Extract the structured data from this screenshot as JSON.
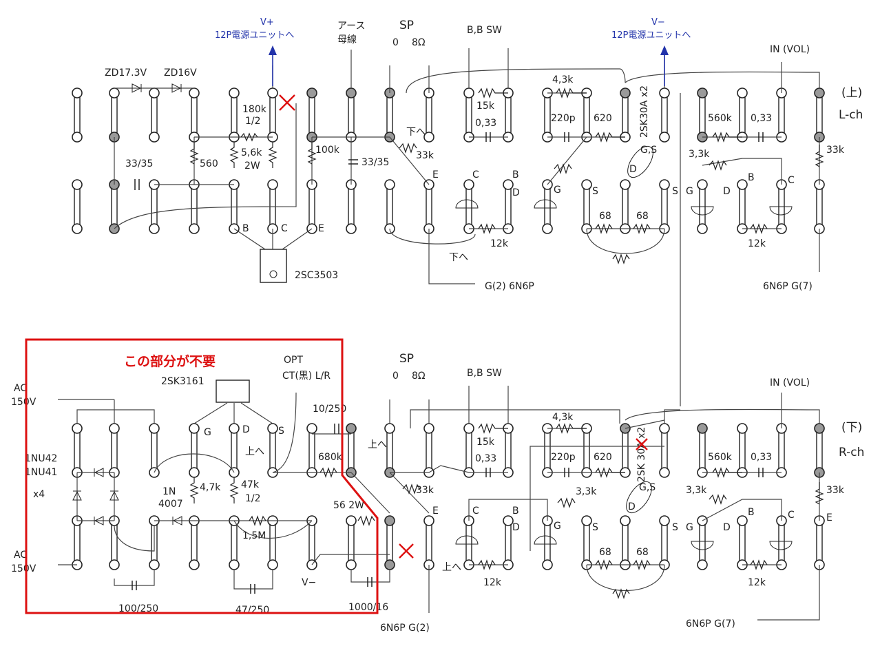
{
  "top_annotations": {
    "vplus_line1": "V+",
    "vplus_line2": "12P電源ユニットへ",
    "vminus_line1": "V−",
    "vminus_line2": "12P電源ユニットへ",
    "earth_line1": "アース",
    "earth_line2": "母線",
    "sp": "SP",
    "sp_0": "0",
    "sp_8": "8Ω",
    "bbsw": "B,B SW",
    "in_vol": "IN (VOL)",
    "ch_top": "(上)",
    "ch_top_name": "L-ch"
  },
  "bottom_annotations": {
    "note": "この部分が不要",
    "opt1": "OPT",
    "opt2": "CT(黒) L/R",
    "fet": "2SK3161",
    "sp": "SP",
    "sp_0": "0",
    "sp_8": "8Ω",
    "bbsw": "B,B SW",
    "in_vol": "IN (VOL)",
    "ch_bot": "(下)",
    "ch_bot_name": "R-ch",
    "ac_top1": "AC",
    "ac_top2": "150V",
    "ac_bot1": "AC",
    "ac_bot2": "150V",
    "diodes1": "1NU42",
    "diodes2": "1NU41",
    "diodes3": "x4",
    "in4007a": "1N",
    "in4007b": "4007"
  },
  "top_labels": {
    "zd1": "ZD17.3V",
    "zd2": "ZD16V",
    "r180k": "180k",
    "r180k_w": "1/2",
    "r560": "560",
    "r56k": "5,6k",
    "r56k_w": "2W",
    "c3335": "33/35",
    "r100k": "100k",
    "c3335b": "33/35",
    "r33k": "33k",
    "r15k": "15k",
    "c033": "0,33",
    "r43k": "4,3k",
    "c220p": "220p",
    "r620": "620",
    "fet2sk": "2SK30A x2",
    "r560k": "560k",
    "c033b": "0,33",
    "r33k_r": "33k",
    "r33k_mid": "3,3k",
    "r68a": "68",
    "r68b": "68",
    "r12k": "12k",
    "r12k_r": "12k",
    "tr": "2SC3503",
    "b": "B",
    "c": "C",
    "e": "E",
    "g6n6p": "G(2) 6N6P",
    "g7": "6N6P G(7)",
    "down1": "下へ",
    "down2": "下へ",
    "gs": "G,S",
    "d": "D",
    "gate": "G",
    "s1": "S",
    "s2": "S",
    "cl": "C",
    "bl": "B",
    "dl": "D",
    "el": "E",
    "gl2": "G",
    "dl2": "D",
    "bl2": "B",
    "cl2": "C"
  },
  "bottom_labels": {
    "g": "G",
    "d": "D",
    "s": "S",
    "up1": "上へ",
    "up2": "上へ",
    "up3": "上へ",
    "c10250": "10/250",
    "r680k": "680k",
    "r47k1": "4,7k",
    "r47k2": "47k",
    "r47k2_w": "1/2",
    "r15m": "1,5M",
    "r56_2w": "56 2W",
    "r33k": "33k",
    "r15k": "15k",
    "c033": "0,33",
    "r43k": "4,3k",
    "c220p": "220p",
    "r620": "620",
    "r33k_mid": "3,3k",
    "r33k_mid2": "3,3k",
    "r560k": "560k",
    "c033b": "0,33",
    "r33k_r": "33k",
    "fet2sk": "2SK 30A x2",
    "r68a": "68",
    "r68b": "68",
    "r12k": "12k",
    "r12k_r": "12k",
    "c100250": "100/250",
    "c47250": "47/250",
    "c100016": "1000/16",
    "vminus": "V−",
    "g6n6p": "6N6P G(2)",
    "g7": "6N6P G(7)",
    "e": "E",
    "cl": "C",
    "bl": "B",
    "dl": "D",
    "gl": "G",
    "s1": "S",
    "s2": "S",
    "gs": "G,S",
    "d2": "D",
    "gl2": "G",
    "dl2": "D",
    "bl2": "B",
    "cl2": "C",
    "el2": "E"
  },
  "colors": {
    "highlight_box": "#dd1111",
    "cross_mark": "#dd1111",
    "power_arrow": "#2233aa"
  }
}
